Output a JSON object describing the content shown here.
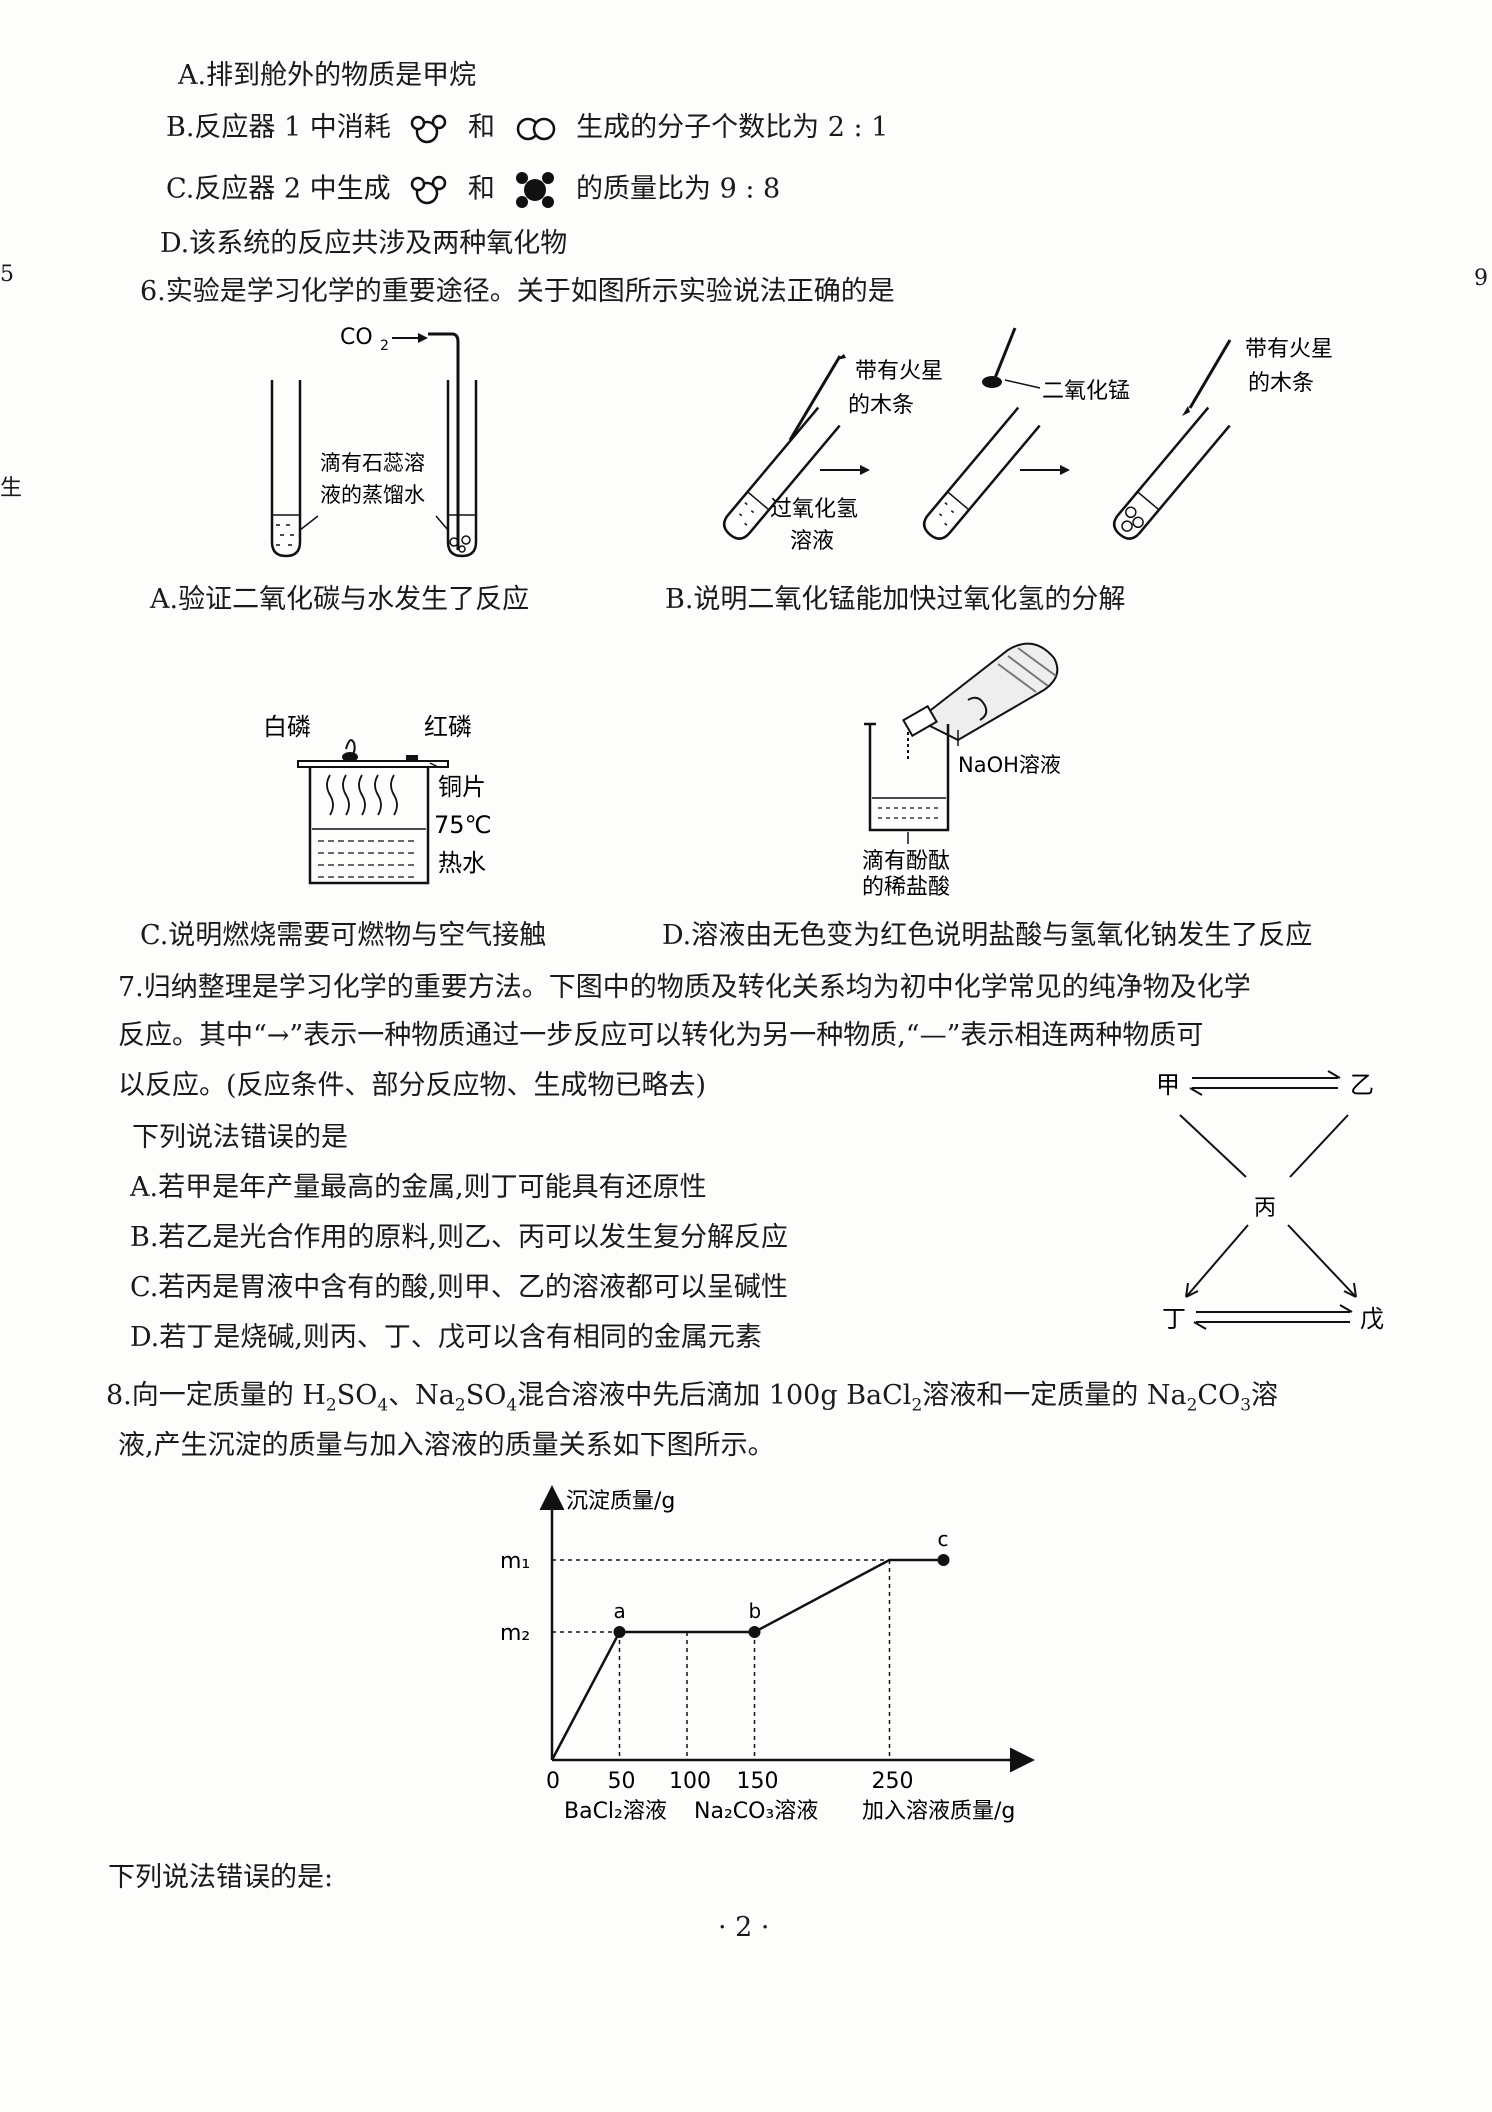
{
  "page_number": "· 2 ·",
  "margin_marks": [
    "5",
    "9",
    "生"
  ],
  "q5": {
    "A": "A.排到舱外的物质是甲烷",
    "B_pre": "B.反应器 1 中消耗",
    "B_mid": "和",
    "B_post": "生成的分子个数比为 2 : 1",
    "C_pre": "C.反应器 2 中生成",
    "C_mid": "和",
    "C_post": "的质量比为 9 : 8",
    "D": "D.该系统的反应共涉及两种氧化物"
  },
  "q6": {
    "stem": "6.实验是学习化学的重要途径。关于如图所示实验说法正确的是",
    "figA": {
      "co2": "CO",
      "co2_sub": "2",
      "label1": "滴有石蕊溶",
      "label2": "液的蒸馏水"
    },
    "figB": {
      "splint1": "带有火星",
      "splint2": "的木条",
      "h2o2_1": "过氧化氢",
      "h2o2_2": "溶液",
      "mno2": "二氧化锰",
      "splint3": "带有火星",
      "splint4": "的木条"
    },
    "figC": {
      "white_p": "白磷",
      "red_p": "红磷",
      "copper": "铜片",
      "temp": "75℃",
      "hot_water": "热水"
    },
    "figD": {
      "naoh": "NaOH溶液",
      "acid1": "滴有酚酞",
      "acid2": "的稀盐酸"
    },
    "A": "A.验证二氧化碳与水发生了反应",
    "B": "B.说明二氧化锰能加快过氧化氢的分解",
    "C": "C.说明燃烧需要可燃物与空气接触",
    "D": "D.溶液由无色变为红色说明盐酸与氢氧化钠发生了反应"
  },
  "q7": {
    "stem1": "7.归纳整理是学习化学的重要方法。下图中的物质及转化关系均为初中化学常见的纯净物及化学",
    "stem2": "反应。其中“→”表示一种物质通过一步反应可以转化为另一种物质,“—”表示相连两种物质可",
    "stem3": "以反应。(反应条件、部分反应物、生成物已略去)",
    "stem4": "下列说法错误的是",
    "A": "A.若甲是年产量最高的金属,则丁可能具有还原性",
    "B": "B.若乙是光合作用的原料,则乙、丙可以发生复分解反应",
    "C": "C.若丙是胃液中含有的酸,则甲、乙的溶液都可以呈碱性",
    "D": "D.若丁是烧碱,则丙、丁、戊可以含有相同的金属元素",
    "nodes": {
      "jia": "甲",
      "yi": "乙",
      "bing": "丙",
      "ding": "丁",
      "wu": "戊"
    }
  },
  "q8": {
    "stem1_a": "8.向一定质量的 H",
    "stem1_b": "SO",
    "stem1_c": "、Na",
    "stem1_d": "SO",
    "stem1_e": "混合溶液中先后滴加 100g BaCl",
    "stem1_f": "溶液和一定质量的 Na",
    "stem1_g": "CO",
    "stem1_h": "溶",
    "stem2": "液,产生沉淀的质量与加入溶液的质量关系如下图所示。",
    "question": "下列说法错误的是:"
  },
  "chart_data": {
    "type": "line",
    "ylabel": "沉淀质量/g",
    "xlabel": "加入溶液质量/g",
    "x_segment_labels": [
      "BaCl₂溶液",
      "Na₂CO₃溶液"
    ],
    "y_ticks": [
      "m₁",
      "m₂"
    ],
    "x_ticks": [
      "0",
      "50",
      "100",
      "150",
      "250"
    ],
    "series": [
      {
        "points": [
          [
            0,
            0
          ],
          [
            50,
            "m2"
          ],
          [
            150,
            "m2"
          ],
          [
            250,
            "m1"
          ],
          [
            290,
            "m1"
          ]
        ]
      }
    ],
    "marked_points": [
      {
        "label": "a",
        "x": 50,
        "y": "m2"
      },
      {
        "label": "b",
        "x": 150,
        "y": "m2"
      },
      {
        "label": "c",
        "x": 290,
        "y": "m1"
      }
    ]
  }
}
